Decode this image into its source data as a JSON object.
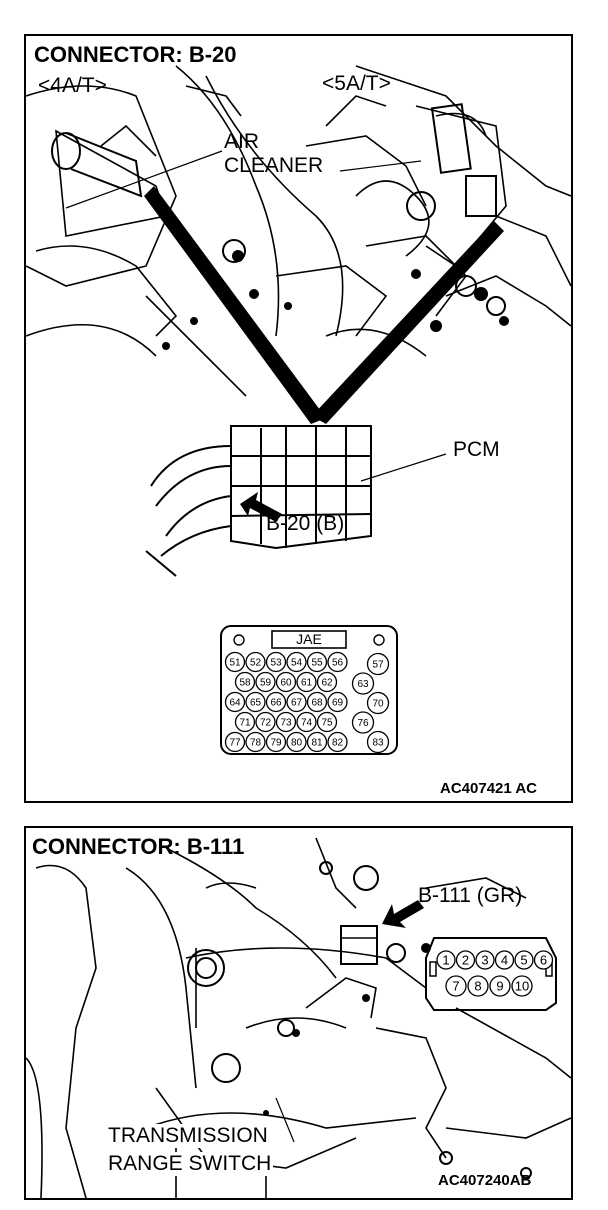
{
  "panel_top": {
    "title": "CONNECTOR: B-20",
    "variant_left": "<4A/T>",
    "variant_right": "<5A/T>",
    "air_label_1": "AIR",
    "air_label_2": "CLEANER",
    "pcm_label": "PCM",
    "connector_label": "B-20 (B)",
    "connector_type": "JAE",
    "pins": {
      "row1": [
        "51",
        "52",
        "53",
        "54",
        "55",
        "56"
      ],
      "row2": [
        "58",
        "59",
        "60",
        "61",
        "62"
      ],
      "row3": [
        "64",
        "65",
        "66",
        "67",
        "68",
        "69"
      ],
      "row4": [
        "71",
        "72",
        "73",
        "74",
        "75"
      ],
      "row5": [
        "77",
        "78",
        "79",
        "80",
        "81",
        "82"
      ],
      "side": [
        "57",
        "63",
        "70",
        "76",
        "83"
      ]
    },
    "figure_code": "AC407421 AC"
  },
  "panel_bottom": {
    "title": "CONNECTOR: B-111",
    "connector_label": "B-111 (GR)",
    "pins_top": [
      "1",
      "2",
      "3",
      "4",
      "5",
      "6"
    ],
    "pins_bottom": [
      "7",
      "8",
      "9",
      "10"
    ],
    "component_label_1": "TRANSMISSION",
    "component_label_2": "RANGE SWITCH",
    "figure_code": "AC407240AB"
  }
}
